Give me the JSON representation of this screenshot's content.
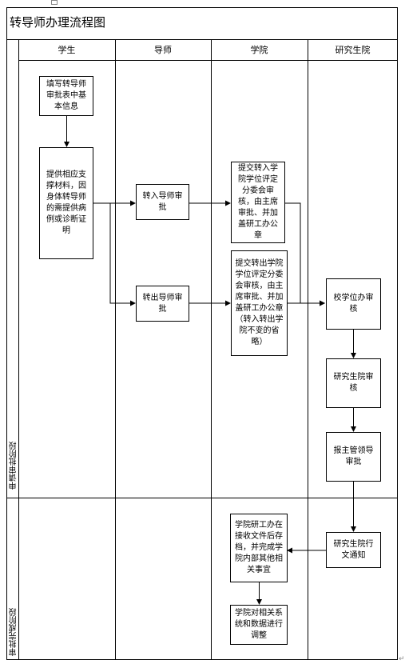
{
  "title": "转导师办理流程图",
  "lanes": [
    "学生",
    "导师",
    "学院",
    "研究生院"
  ],
  "phases": [
    "申请审批阶段",
    "审批完成阶段"
  ],
  "nodes": {
    "student_fill": "填写转导师审批表中基本信息",
    "student_materials": "提供相应支撑材料，因身体转导师的需提供病例或诊断证明",
    "advisor_in": "转入导师审批",
    "advisor_out": "转出导师审批",
    "college_in": "提交转入学院学位评定分委会审核，由主席审批、并加盖研工办公章",
    "college_out": "提交转出学院学位评定分委会审核，由主席审批、并加盖研工办公章（转入转出学院不变的省略）",
    "grad_degree_office": "校学位办审核",
    "grad_school_review": "研究生院审核",
    "grad_leader": "报主管领导审批",
    "grad_notice": "研究生院行文通知",
    "college_archive": "学院研工办在接收文件后存档，并完成学院内部其他相关事宜",
    "college_adjust": "学院对相关系统和数据进行调整"
  }
}
